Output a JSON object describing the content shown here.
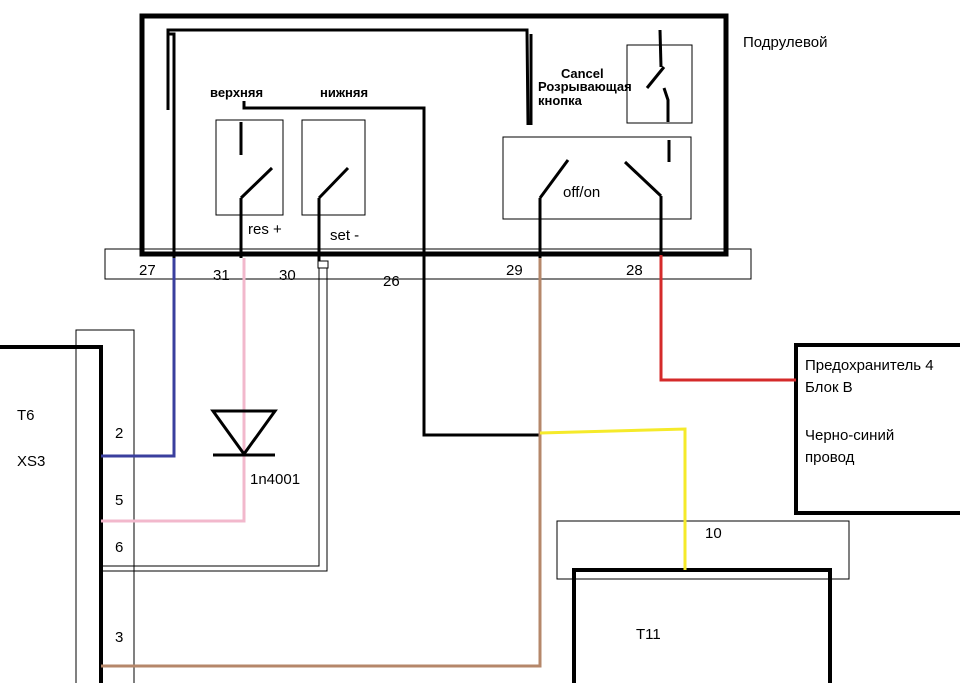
{
  "labels": {
    "podrulevoy": "Подрулевой",
    "verkhnyaya": "верхняя",
    "nizhnyaya": "нижняя",
    "cancel": "Cancel",
    "razryv_line1": "Розрывающая",
    "razryv_line2": "кнопка",
    "res_plus": "res +",
    "set_minus": "set -",
    "off_on": "off/on",
    "pin_27": "27",
    "pin_31": "31",
    "pin_30": "30",
    "pin_26": "26",
    "pin_29": "29",
    "pin_28": "28",
    "t6": "T6",
    "xs3": "XS3",
    "pin_2": "2",
    "pin_5": "5",
    "pin_6": "6",
    "pin_3": "3",
    "diode": "1n4001",
    "fuse_line1": "Предохранитель 4",
    "fuse_line2": "Блок В",
    "fuse_line3": "Черно-синий",
    "fuse_line4": "провод",
    "pin_10": "10",
    "t11": "T11"
  },
  "wire_colors": {
    "black": "#000000",
    "blue": "#3a3f9e",
    "pink": "#f2b8cc",
    "brown": "#b5876a",
    "red": "#d42a2a",
    "yellow": "#f5ea2a"
  }
}
